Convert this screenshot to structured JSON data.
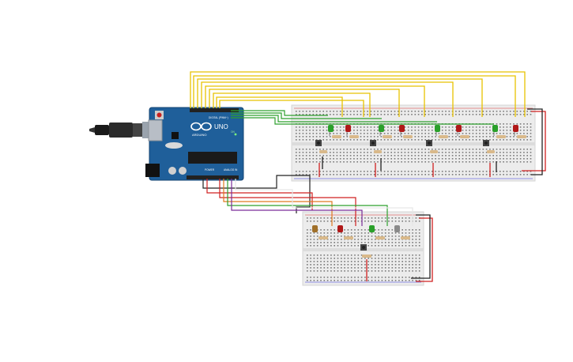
{
  "arduino": {
    "brand": "ARDUINO",
    "model": "UNO",
    "header_digital": "DIGITAL (PWM~)",
    "header_power": "POWER",
    "header_analog": "ANALOG IN",
    "on_label": "ON"
  },
  "colors": {
    "wire_yellow": "#e8c200",
    "wire_green": "#2ea02e",
    "wire_red": "#d02020",
    "wire_black": "#222222",
    "wire_purple": "#7a2d9a",
    "wire_orange": "#e07a20",
    "wire_white": "#e6e6e6",
    "board_blue": "#1f5f9a",
    "breadboard": "#ececec"
  },
  "components": {
    "main_breadboard_leds": [
      "green",
      "red",
      "green",
      "red",
      "green",
      "red",
      "green",
      "red"
    ],
    "lower_breadboard_leds": [
      "orange",
      "red",
      "green",
      "gray"
    ]
  }
}
